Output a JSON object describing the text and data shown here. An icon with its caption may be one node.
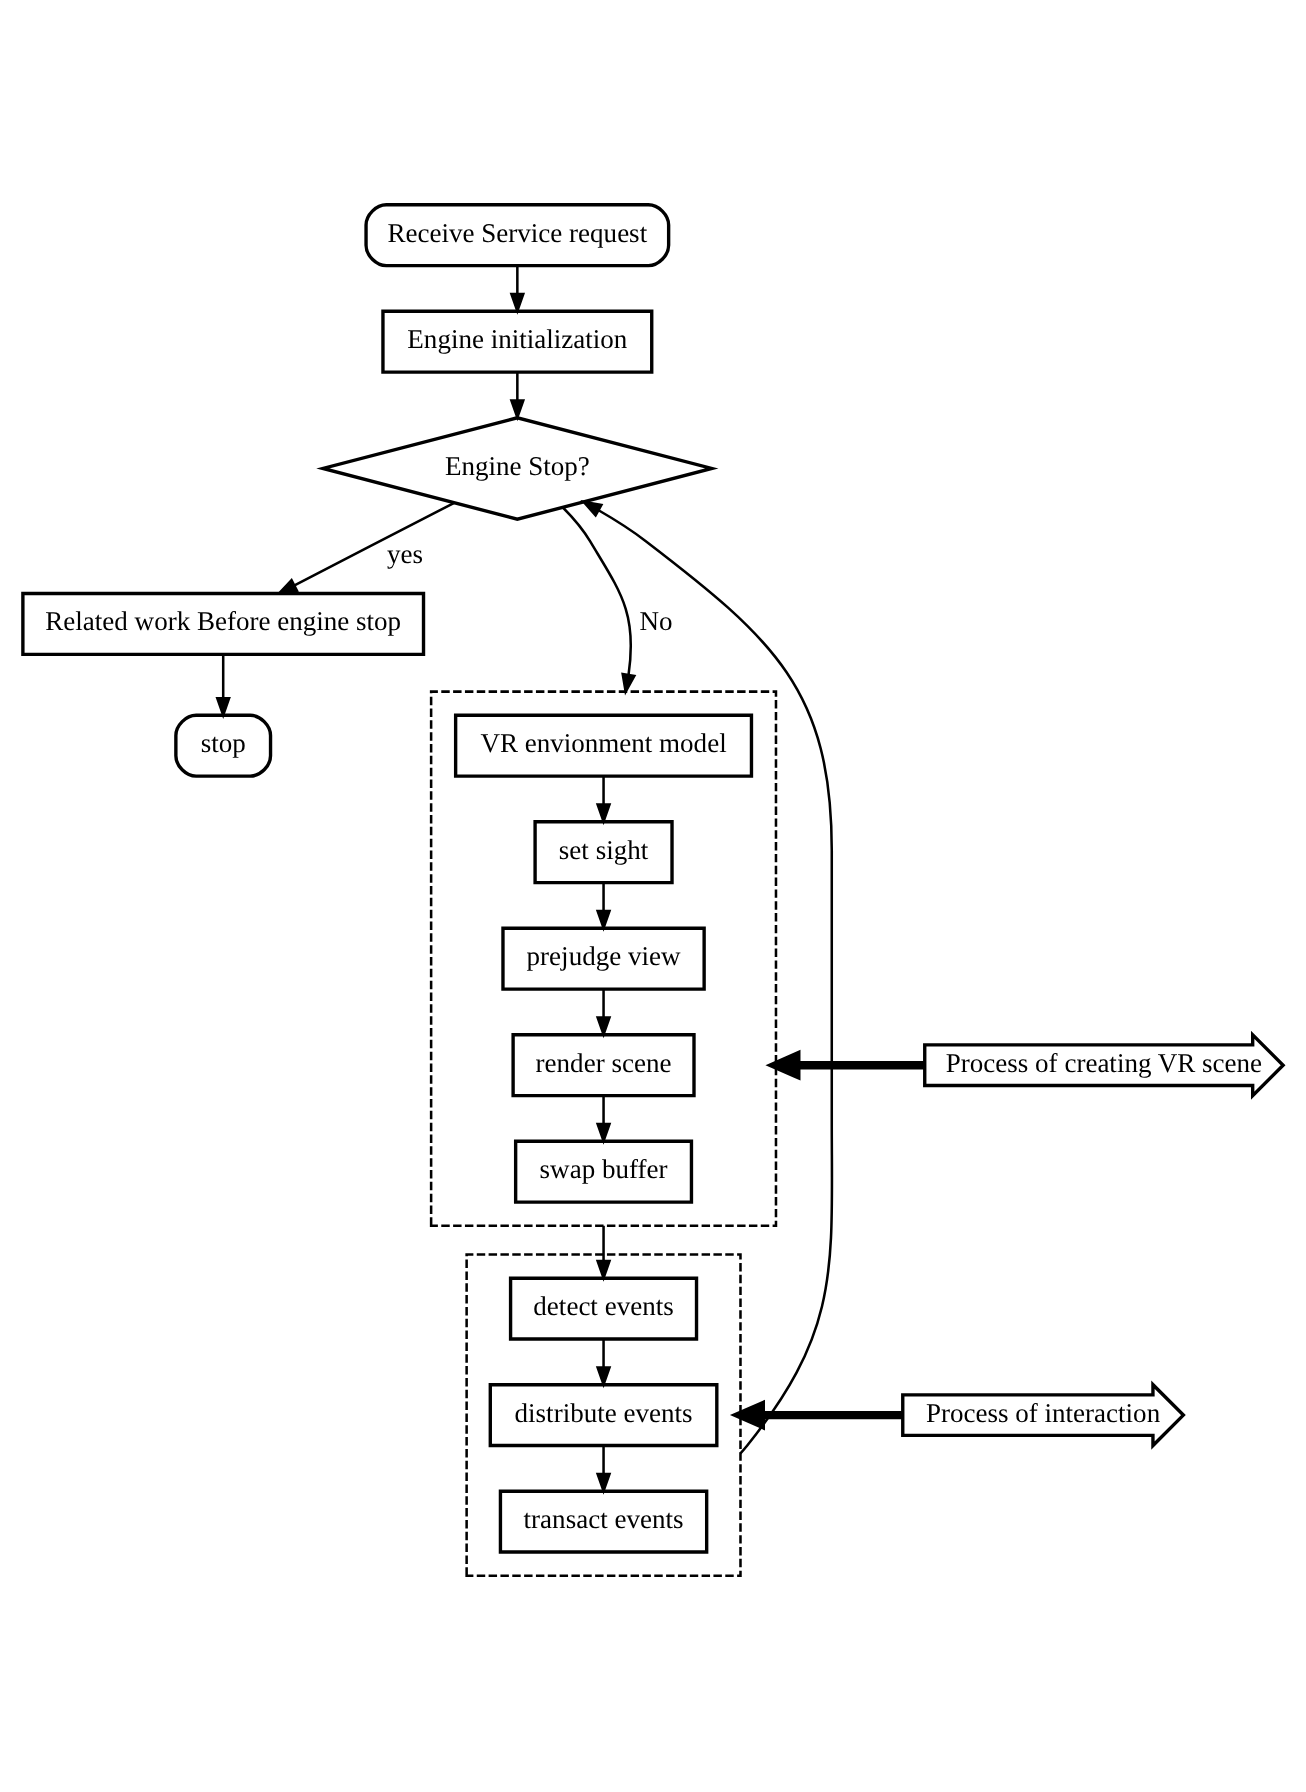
{
  "diagram": {
    "nodes": [
      {
        "text": [
          "Receive Service request"
        ]
      },
      {
        "text": [
          "Engine initialization"
        ]
      },
      {
        "text": [
          "Engine Stop?"
        ]
      },
      {
        "text": [
          "Related work Before engine stop"
        ]
      },
      {
        "text": [
          "stop"
        ]
      },
      {
        "text": [],
        "shape": "box"
      },
      {
        "text": [
          "VR envionment model"
        ],
        "in": 5
      },
      {
        "text": [
          "set sight"
        ],
        "in": 5
      },
      {
        "text": [
          "prejudge view"
        ],
        "in": 5
      },
      {
        "text": [
          "render scene"
        ],
        "in": 5
      },
      {
        "text": [
          "swap buffer"
        ],
        "in": 5
      },
      {
        "text": [],
        "shape": "box"
      },
      {
        "text": [
          "detect events"
        ],
        "in": 11
      },
      {
        "text": [
          "distribute events"
        ],
        "in": 11
      },
      {
        "text": [
          "transact events"
        ],
        "in": 11
      },
      {
        "text": [
          "Process of creating VR scene"
        ]
      },
      {
        "text": [
          "Process of interaction"
        ]
      }
    ],
    "edges": [
      {
        "from": 0,
        "to": 1,
        "arrow": "to"
      },
      {
        "from": 1,
        "to": 2,
        "arrow": "to"
      },
      {
        "from": 2,
        "to": 3,
        "arrow": "to",
        "label": "yes"
      },
      {
        "from": 3,
        "to": 4,
        "arrow": "to"
      },
      {
        "from": 2,
        "to": 5,
        "arrow": "to",
        "label": "No"
      },
      {
        "from": 6,
        "to": 7,
        "arrow": "to"
      },
      {
        "from": 7,
        "to": 8,
        "arrow": "to"
      },
      {
        "from": 8,
        "to": 9,
        "arrow": "to"
      },
      {
        "from": 9,
        "to": 10,
        "arrow": "to"
      },
      {
        "from": 5,
        "to": 12,
        "arrow": "to"
      },
      {
        "from": 12,
        "to": 13,
        "arrow": "to"
      },
      {
        "from": 13,
        "to": 14,
        "arrow": "to"
      },
      {
        "from": 11,
        "to": 2,
        "arrow": "to"
      },
      {
        "from": 15,
        "to": 5,
        "arrow": "to",
        "style": "thick"
      },
      {
        "from": 16,
        "to": 11,
        "arrow": "to",
        "style": "thick"
      }
    ]
  }
}
